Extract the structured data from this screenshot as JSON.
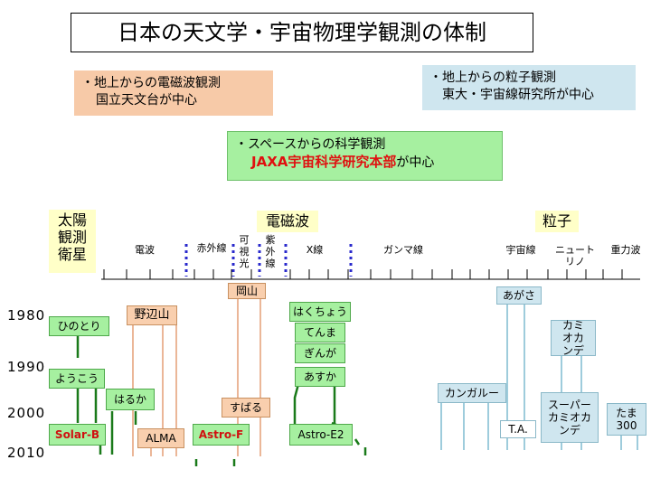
{
  "title": "日本の天文学・宇宙物理学観測の体制",
  "notes": {
    "ground_em_line1": "・地上からの電磁波観測",
    "ground_em_line2": "国立天文台が中心",
    "ground_particle_line1": "・地上からの粒子観測",
    "ground_particle_line2": "東大・宇宙線研究所が中心",
    "space_line1": "・スペースからの科学観測",
    "space_org": "JAXA宇宙科学研究本部",
    "space_suffix": "が中心"
  },
  "categories": {
    "solar": "太陽観測衛星",
    "em": "電磁波",
    "particle": "粒子"
  },
  "bands": {
    "radio": "電波",
    "infrared": "赤外線",
    "visible": "可視光",
    "uv": "紫外線",
    "xray": "X線",
    "gamma": "ガンマ線",
    "cosmic_ray": "宇宙線",
    "neutrino": "ニュートリノ",
    "gravity": "重力波"
  },
  "years": [
    "1980",
    "1990",
    "2000",
    "2010"
  ],
  "facilities": {
    "hinotori": "ひのとり",
    "yohkoh": "ようこう",
    "solar_b": "Solar-B",
    "nobeyama": "野辺山",
    "haruka": "はるか",
    "alma": "ALMA",
    "okayama": "岡山",
    "subaru": "すばる",
    "astro_f": "Astro-F",
    "hakucho": "はくちょう",
    "tenma": "てんま",
    "ginga": "ぎんが",
    "asuka": "あすか",
    "astro_e2": "Astro-E2",
    "cangaroo": "カンガルー",
    "akeno": "あがさ",
    "ta": "T.A.",
    "kamioka": "カミオカンデ",
    "superk": "スーパーカミオカンデ",
    "tama": "たま300"
  },
  "colors": {
    "green_line": "#1a7a1a",
    "orange_line": "#e09060",
    "blue_line": "#6ab0c8",
    "dotted": "#2a2acc"
  }
}
